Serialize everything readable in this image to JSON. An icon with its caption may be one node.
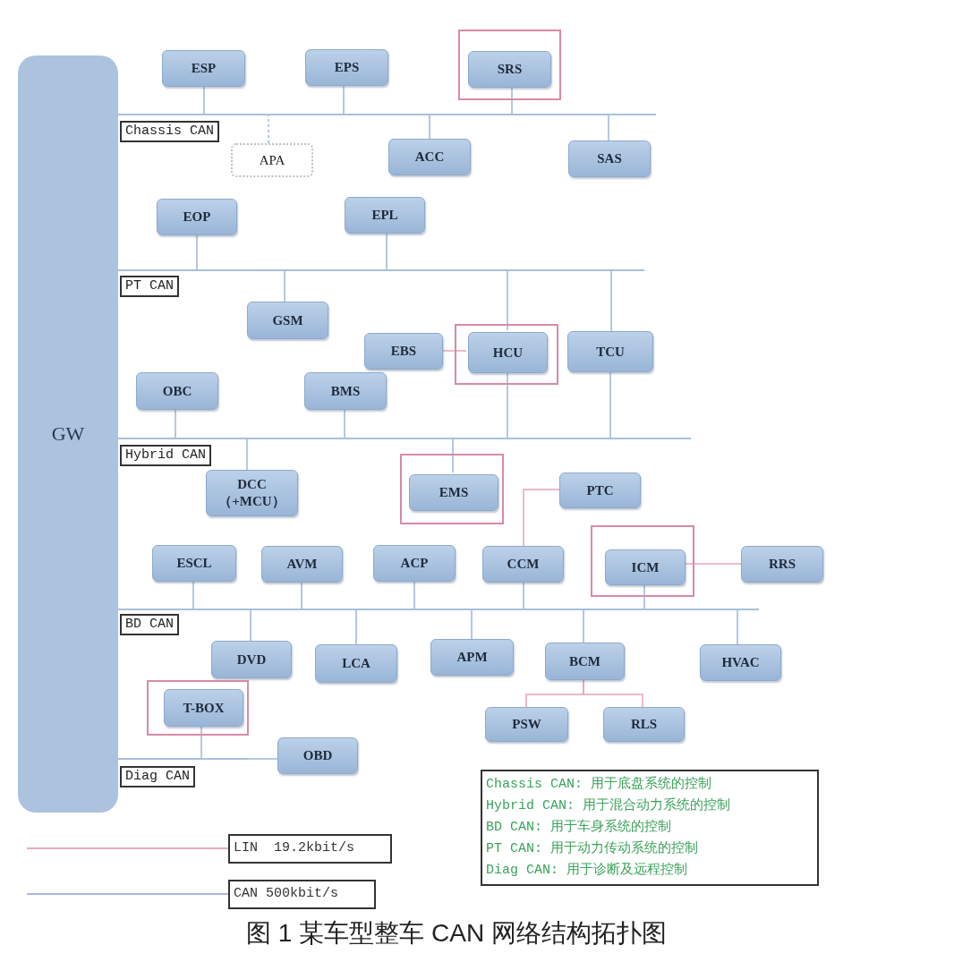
{
  "diagram": {
    "caption": "图 1 某车型整车 CAN 网络结构拓扑图",
    "nodes": [
      {
        "text": [
          "GW"
        ]
      },
      {
        "text": [],
        "shape": "bar",
        "beside": [
          "Chassis CAN"
        ]
      },
      {
        "text": [
          "ESP"
        ]
      },
      {
        "text": [
          "EPS"
        ]
      },
      {
        "text": [],
        "shape": "box"
      },
      {
        "text": [
          "SRS"
        ],
        "in": 4
      },
      {
        "text": [
          "APA"
        ]
      },
      {
        "text": [
          "ACC"
        ]
      },
      {
        "text": [
          "SAS"
        ]
      },
      {
        "text": [
          "EOP"
        ]
      },
      {
        "text": [
          "EPL"
        ]
      },
      {
        "text": [],
        "shape": "bar",
        "beside": [
          "PT CAN"
        ]
      },
      {
        "text": [
          "GSM"
        ]
      },
      {
        "text": [
          "EBS"
        ]
      },
      {
        "text": [],
        "shape": "box"
      },
      {
        "text": [
          "HCU"
        ],
        "in": 14
      },
      {
        "text": [
          "TCU"
        ]
      },
      {
        "text": [
          "OBC"
        ]
      },
      {
        "text": [
          "BMS"
        ]
      },
      {
        "text": [],
        "shape": "bar",
        "beside": [
          "Hybrid CAN"
        ]
      },
      {
        "text": [
          "DCC （+MCU）"
        ]
      },
      {
        "text": [],
        "shape": "box"
      },
      {
        "text": [
          "EMS"
        ],
        "in": 21
      },
      {
        "text": [
          "PTC"
        ]
      },
      {
        "text": [
          "ESCL"
        ]
      },
      {
        "text": [
          "AVM"
        ]
      },
      {
        "text": [
          "ACP"
        ]
      },
      {
        "text": [
          "CCM"
        ]
      },
      {
        "text": [],
        "shape": "box"
      },
      {
        "text": [
          "ICM"
        ],
        "in": 28
      },
      {
        "text": [
          "RRS"
        ]
      },
      {
        "text": [],
        "shape": "bar",
        "beside": [
          "BD CAN"
        ]
      },
      {
        "text": [
          "DVD"
        ]
      },
      {
        "text": [
          "LCA"
        ]
      },
      {
        "text": [
          "APM"
        ]
      },
      {
        "text": [
          "BCM"
        ]
      },
      {
        "text": [
          "HVAC"
        ]
      },
      {
        "text": [],
        "shape": "box"
      },
      {
        "text": [
          "T-BOX"
        ],
        "in": 37
      },
      {
        "text": [
          "PSW"
        ]
      },
      {
        "text": [
          "RLS"
        ]
      },
      {
        "text": [
          "OBD"
        ]
      },
      {
        "text": [],
        "shape": "bar",
        "beside": [
          "Diag CAN"
        ]
      }
    ],
    "edges": [
      {
        "from": 2,
        "to": 1,
        "arrow": "none"
      },
      {
        "from": 3,
        "to": 1,
        "arrow": "none"
      },
      {
        "from": 5,
        "to": 1,
        "arrow": "none"
      },
      {
        "from": 6,
        "to": 1,
        "arrow": "none",
        "style": "dashed"
      },
      {
        "from": 7,
        "to": 1,
        "arrow": "none"
      },
      {
        "from": 8,
        "to": 1,
        "arrow": "none"
      },
      {
        "from": 9,
        "to": 11,
        "arrow": "none"
      },
      {
        "from": 10,
        "to": 11,
        "arrow": "none"
      },
      {
        "from": 12,
        "to": 11,
        "arrow": "none"
      },
      {
        "from": 15,
        "to": 11,
        "arrow": "none"
      },
      {
        "from": 16,
        "to": 11,
        "arrow": "none"
      },
      {
        "from": 13,
        "to": 15,
        "arrow": "none",
        "color": "#e8a3bc"
      },
      {
        "from": 17,
        "to": 19,
        "arrow": "none"
      },
      {
        "from": 18,
        "to": 19,
        "arrow": "none"
      },
      {
        "from": 15,
        "to": 19,
        "arrow": "none"
      },
      {
        "from": 16,
        "to": 19,
        "arrow": "none"
      },
      {
        "from": 20,
        "to": 19,
        "arrow": "none"
      },
      {
        "from": 22,
        "to": 19,
        "arrow": "none"
      },
      {
        "from": 23,
        "to": 27,
        "arrow": "none",
        "color": "#e8a3bc"
      },
      {
        "from": 24,
        "to": 31,
        "arrow": "none"
      },
      {
        "from": 25,
        "to": 31,
        "arrow": "none"
      },
      {
        "from": 26,
        "to": 31,
        "arrow": "none"
      },
      {
        "from": 27,
        "to": 31,
        "arrow": "none"
      },
      {
        "from": 29,
        "to": 31,
        "arrow": "none"
      },
      {
        "from": 29,
        "to": 30,
        "arrow": "none",
        "color": "#e8a3bc"
      },
      {
        "from": 32,
        "to": 31,
        "arrow": "none"
      },
      {
        "from": 33,
        "to": 31,
        "arrow": "none"
      },
      {
        "from": 34,
        "to": 31,
        "arrow": "none"
      },
      {
        "from": 35,
        "to": 31,
        "arrow": "none"
      },
      {
        "from": 36,
        "to": 31,
        "arrow": "none"
      },
      {
        "from": 35,
        "to": 39,
        "arrow": "none",
        "color": "#e8a3bc"
      },
      {
        "from": 35,
        "to": 40,
        "arrow": "none",
        "color": "#e8a3bc"
      },
      {
        "from": 38,
        "to": 42,
        "arrow": "none"
      },
      {
        "from": 41,
        "to": 42,
        "arrow": "none"
      }
    ],
    "labels": [
      "Chassis CAN: 用于底盘系统的控制",
      "Hybrid CAN: 用于混合动力系统的控制",
      "BD CAN: 用于车身系统的控制",
      "PT CAN: 用于动力传动系统的控制",
      "Diag CAN: 用于诊断及远程控制"
    ],
    "legend": [
      {
        "text": "LIN  19.2kbit/s"
      },
      {
        "text": "CAN 500kbit/s"
      }
    ]
  }
}
